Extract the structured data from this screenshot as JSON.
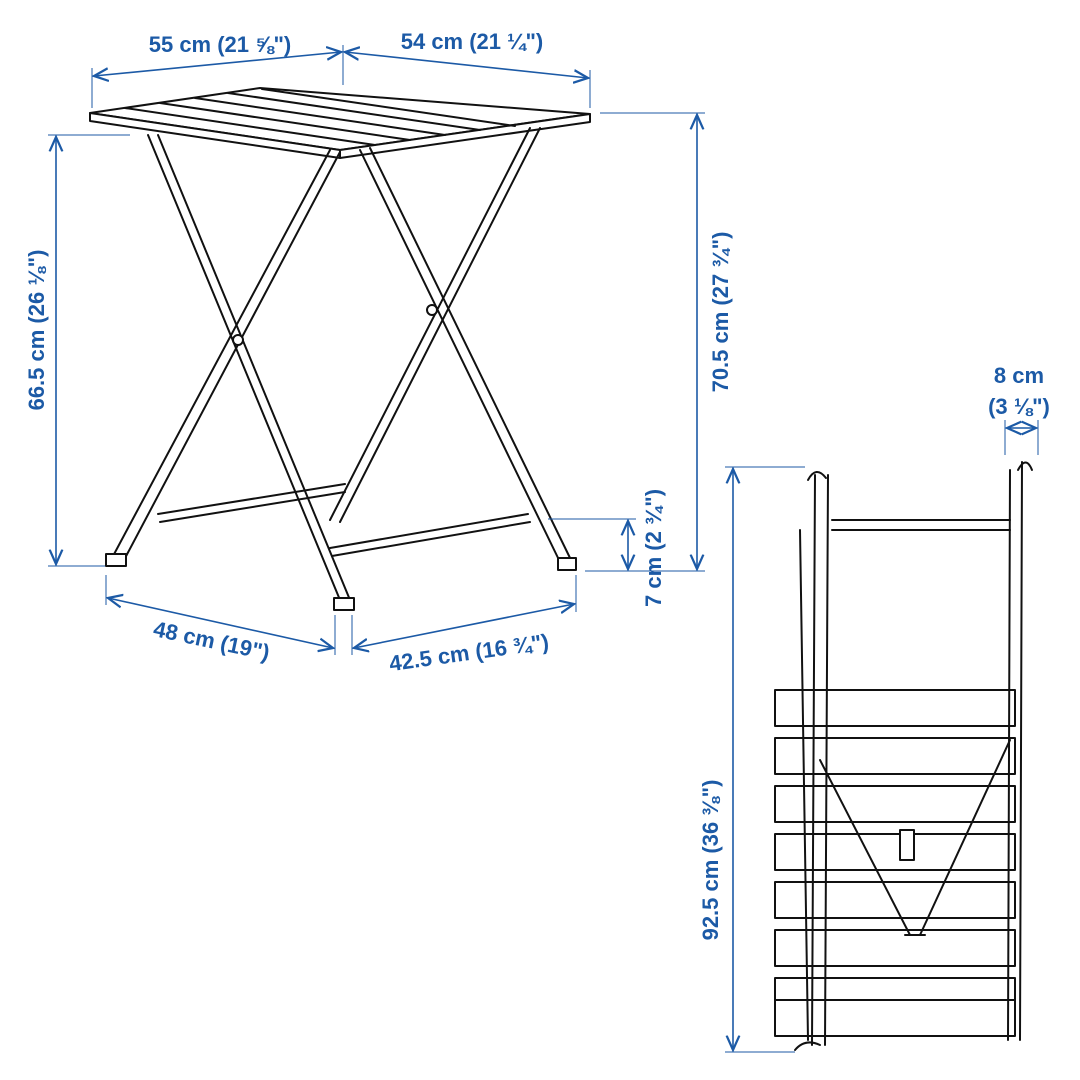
{
  "colors": {
    "dimension": "#1c5aa6",
    "drawing": "#111111"
  },
  "table": {
    "width_top_left": "55 cm (21 ⅝\")",
    "width_top_right": "54 cm (21 ¼\")",
    "height_left": "66.5 cm (26 ⅛\")",
    "height_right": "70.5 cm (27 ¾\")",
    "foot_height": "7 cm (2 ¾\")",
    "base_left": "48 cm (19\")",
    "base_right": "42.5 cm (16 ¾\")"
  },
  "folded": {
    "depth_line1": "8 cm",
    "depth_line2": "(3 ⅛\")",
    "height": "92.5 cm (36 ⅜\")"
  }
}
